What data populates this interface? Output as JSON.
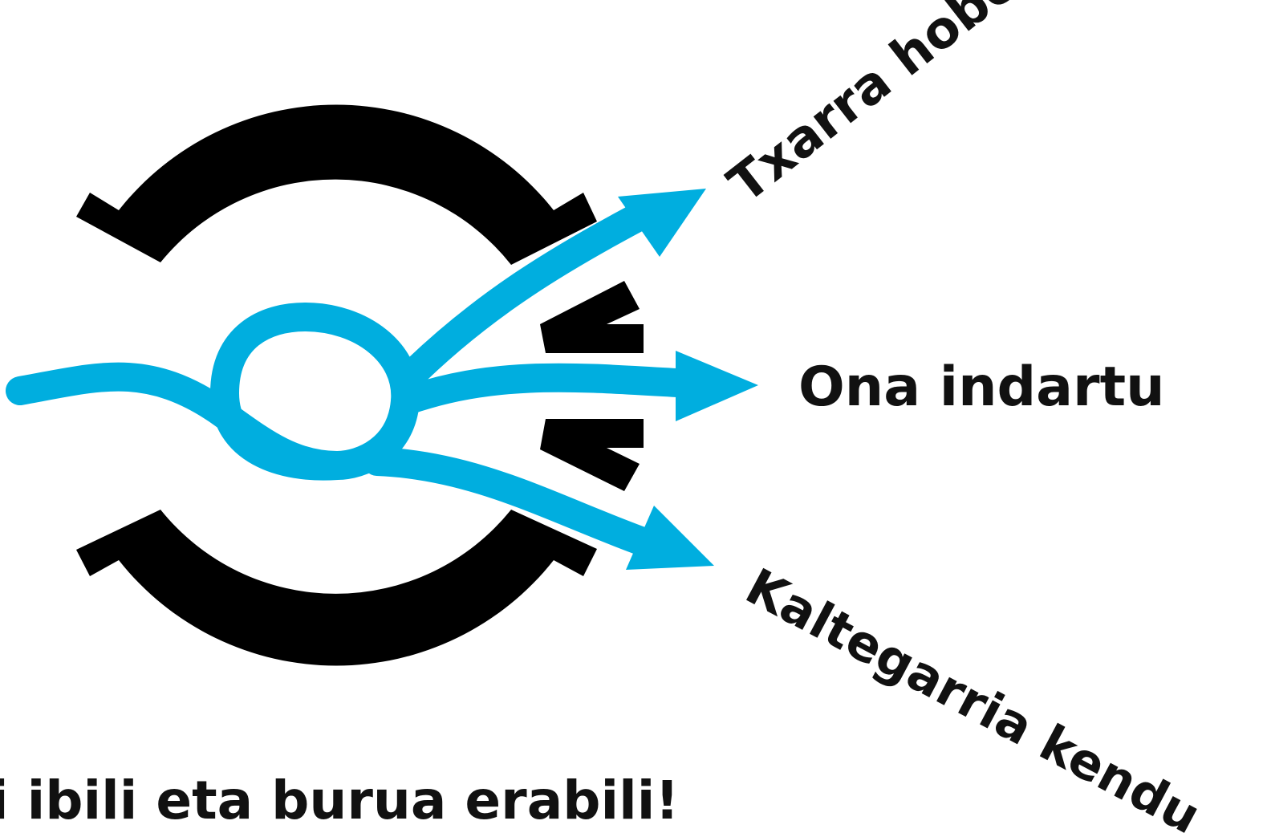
{
  "labels": {
    "top_branch": "Txarra hobetu",
    "middle_branch": "Ona indartu",
    "bottom_branch": "Kaltegarria kendu",
    "footer": "i ibili eta burua erabili!"
  },
  "colors": {
    "arrow": "#00aedf",
    "frame": "#000000",
    "text": "#111111",
    "background": "#ffffff"
  }
}
